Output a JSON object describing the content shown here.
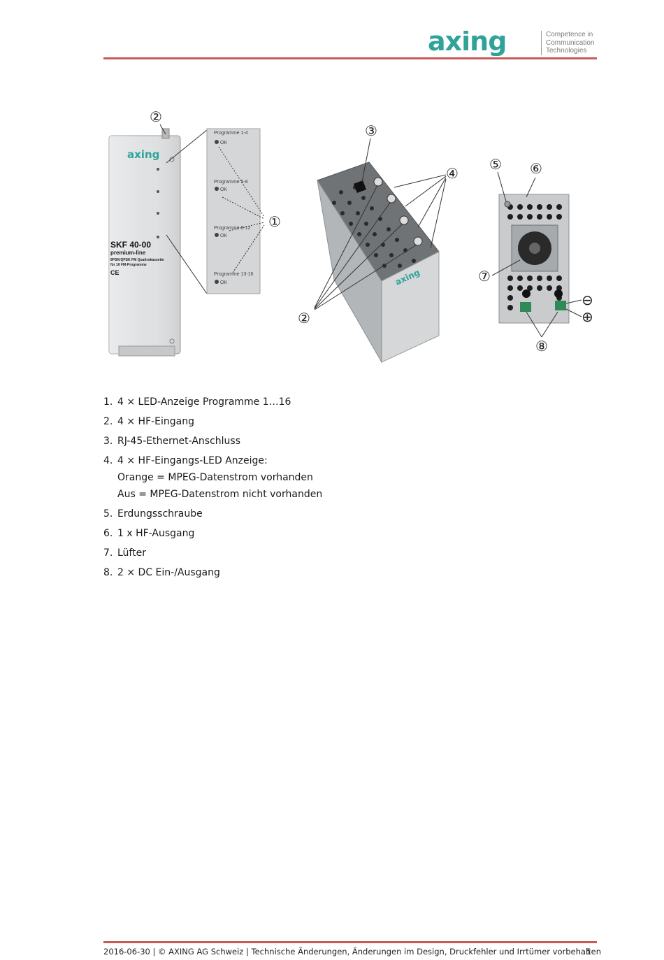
{
  "header": {
    "logo_text": "axing",
    "tagline_lines": [
      "Competence in",
      "Communication",
      "Technologies"
    ],
    "brand_color": "#2fa39a",
    "rule_color": "#c95a5a"
  },
  "figure": {
    "front_panel": {
      "logo_text": "axing",
      "model": "SKF 40-00",
      "line": "premium-line",
      "desc1": "8PSK/QPSK FM Quattrokassette",
      "desc2": "für 16 FM-Programme",
      "mark": "CE"
    },
    "zoom_panel": {
      "labels": [
        "Programme 1-4",
        "Programme 5-8",
        "Programme 9-12",
        "Programme 13-16"
      ],
      "led_text": "OK"
    },
    "callouts": {
      "c1": "①",
      "c2": "②",
      "c3": "③",
      "c4": "④",
      "c5": "⑤",
      "c6": "⑥",
      "c7": "⑦",
      "c8": "⑧",
      "minus": "⊖",
      "plus": "⊕"
    }
  },
  "legend": [
    {
      "num": "1.",
      "text": "4 × LED-Anzeige Programme 1…16"
    },
    {
      "num": "2.",
      "text": "4 × HF-Eingang"
    },
    {
      "num": "3.",
      "text": "RJ-45-Ethernet-Anschluss"
    },
    {
      "num": "4.",
      "text": "4 × HF-Eingangs-LED Anzeige:",
      "sub": [
        "Orange = MPEG-Datenstrom vorhanden",
        "Aus = MPEG-Datenstrom nicht vorhanden"
      ]
    },
    {
      "num": "5.",
      "text": "Erdungsschraube"
    },
    {
      "num": "6.",
      "text": "1 x HF-Ausgang"
    },
    {
      "num": "7.",
      "text": "Lüfter"
    },
    {
      "num": "8.",
      "text": "2 × DC Ein-/Ausgang"
    }
  ],
  "footer": {
    "text": "2016-06-30 | © AXING AG Schweiz | Technische Änderungen, Änderungen im Design, Druckfehler und Irrtümer vorbehalten",
    "page_number": "5"
  }
}
